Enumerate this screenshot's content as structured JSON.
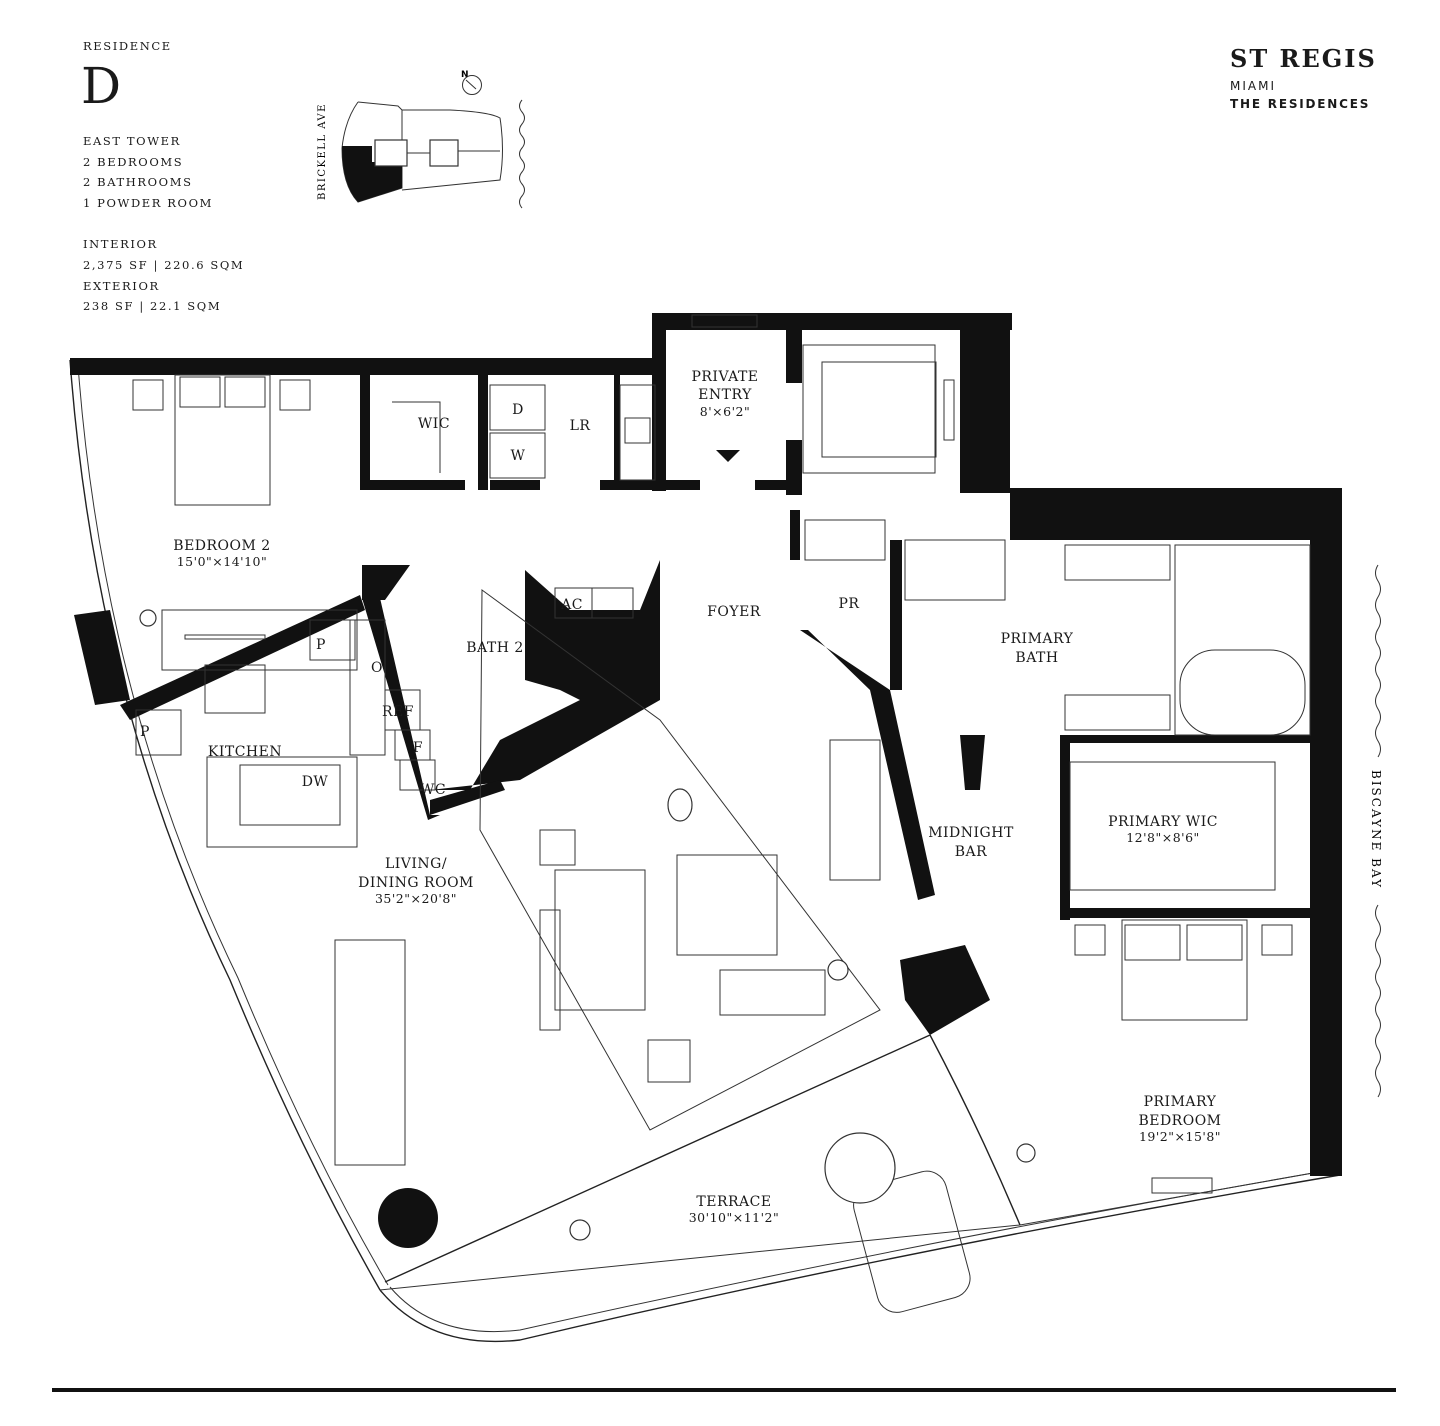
{
  "residence": {
    "label": "RESIDENCE",
    "letter": "D",
    "tower": "EAST TOWER",
    "bedrooms": "2 BEDROOMS",
    "bathrooms": "2 BATHROOMS",
    "powder": "1 POWDER ROOM",
    "interior_label": "INTERIOR",
    "interior_value": "2,375 SF | 220.6 SQM",
    "exterior_label": "EXTERIOR",
    "exterior_value": "238 SF | 22.1 SQM"
  },
  "keyplan": {
    "north": "N",
    "street": "BRICKELL AVE"
  },
  "brand": {
    "name": "ST REGIS",
    "city": "MIAMI",
    "sub": "THE RESIDENCES"
  },
  "water": "BISCAYNE BAY",
  "rooms": {
    "private_entry": "PRIVATE",
    "private_entry2": "ENTRY",
    "private_entry_dim": "8'×6'2\"",
    "wic": "WIC",
    "d": "D",
    "w": "W",
    "lr": "LR",
    "bedroom2": "BEDROOM 2",
    "bedroom2_dim": "15'0\"×14'10\"",
    "foyer": "FOYER",
    "pr": "PR",
    "ac": "AC",
    "bath2": "BATH 2",
    "primary_bath": "PRIMARY",
    "primary_bath2": "BATH",
    "kitchen": "KITCHEN",
    "p1": "P",
    "p2": "P",
    "o": "O",
    "ref": "REF",
    "f": "F",
    "wc": "WC",
    "dw": "DW",
    "living": "LIVING/",
    "living2": "DINING ROOM",
    "living_dim": "35'2\"×20'8\"",
    "midnight": "MIDNIGHT",
    "midnight2": "BAR",
    "primary_wic": "PRIMARY WIC",
    "primary_wic_dim": "12'8\"×8'6\"",
    "primary_bed": "PRIMARY",
    "primary_bed2": "BEDROOM",
    "primary_bed_dim": "19'2\"×15'8\"",
    "terrace": "TERRACE",
    "terrace_dim": "30'10\"×11'2\""
  }
}
